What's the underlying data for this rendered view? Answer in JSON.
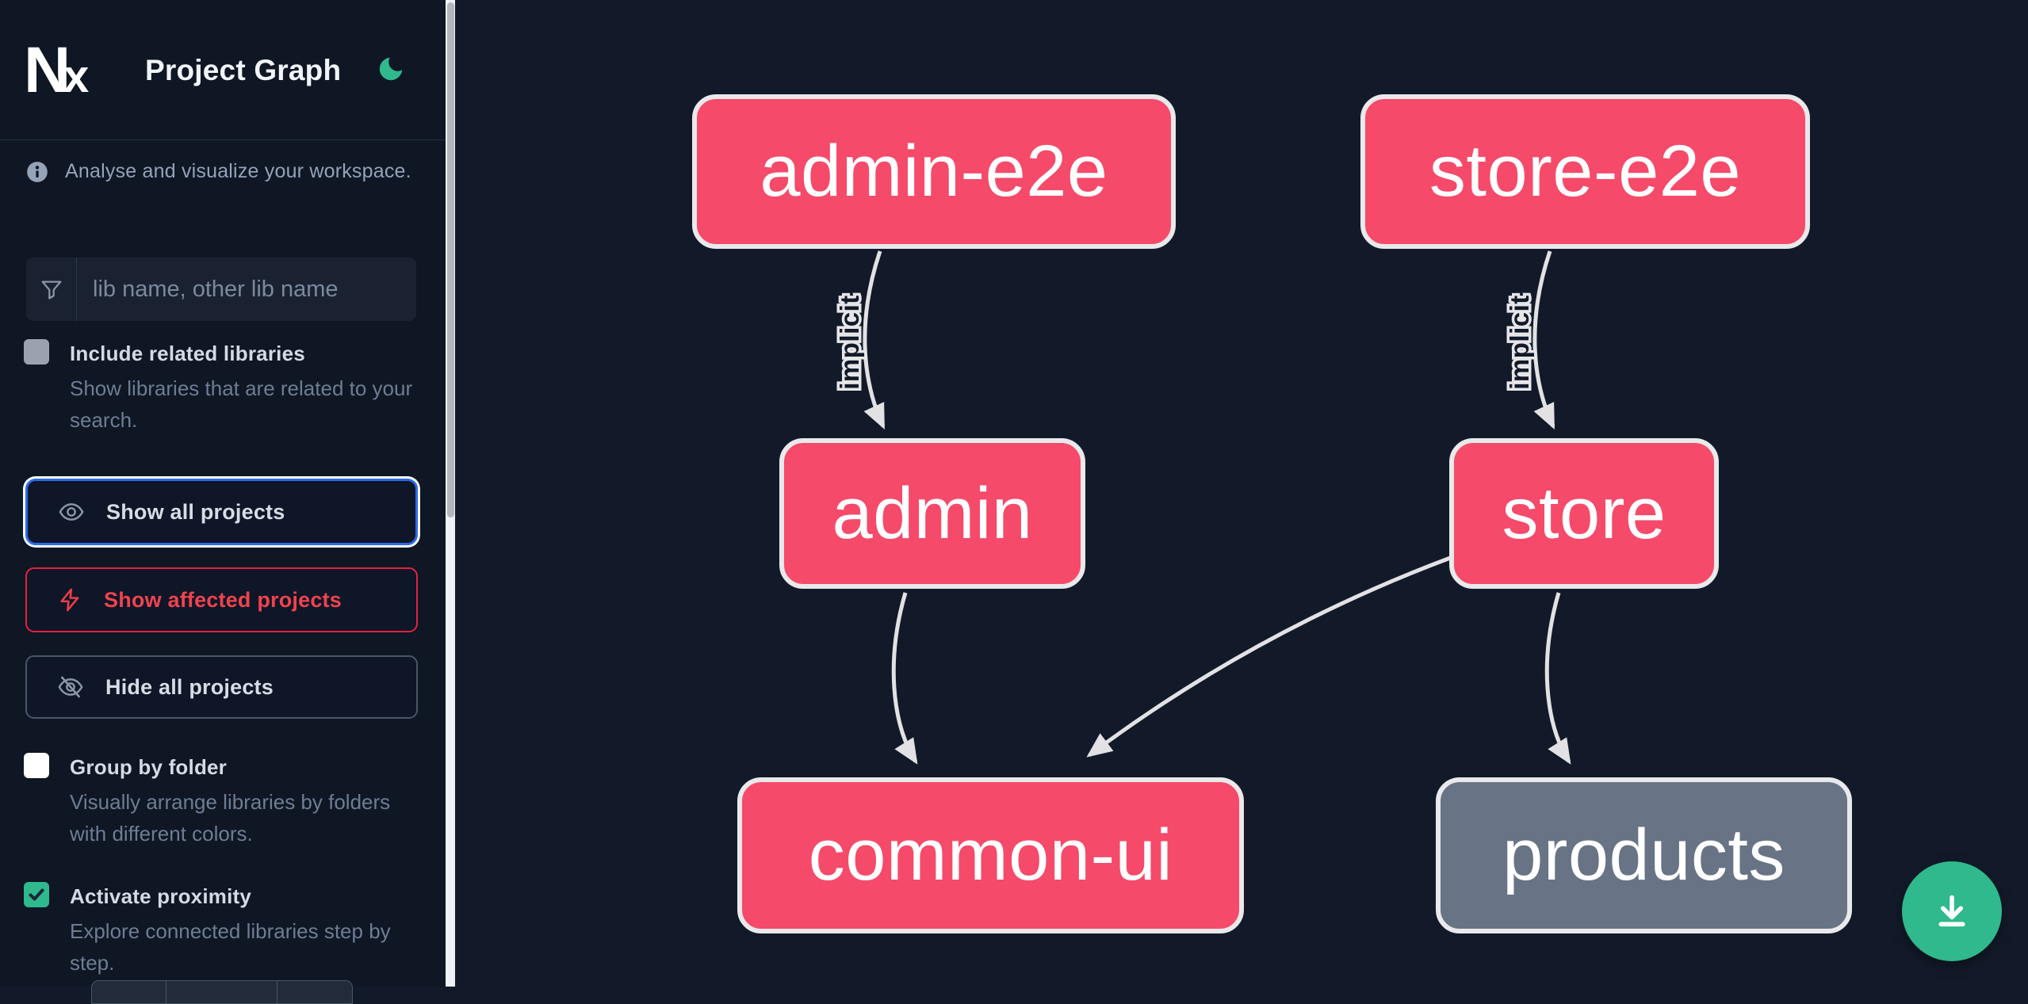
{
  "header": {
    "logo_text": "Nx",
    "title": "Project Graph"
  },
  "sidebar": {
    "tagline": "Analyse and visualize your workspace.",
    "filter_placeholder": "lib name, other lib name",
    "include_related": {
      "label": "Include related libraries",
      "description": "Show libraries that are related to your search.",
      "checked": false
    },
    "actions": {
      "show_all": "Show all projects",
      "show_affected": "Show affected projects",
      "hide_all": "Hide all projects"
    },
    "group_by_folder": {
      "label": "Group by folder",
      "description": "Visually arrange libraries by folders with different colors.",
      "checked": false
    },
    "activate_proximity": {
      "label": "Activate proximity",
      "description": "Explore connected libraries step by step.",
      "checked": true
    }
  },
  "graph": {
    "nodes": [
      {
        "id": "admin-e2e",
        "label": "admin-e2e",
        "type": "affected"
      },
      {
        "id": "store-e2e",
        "label": "store-e2e",
        "type": "affected"
      },
      {
        "id": "admin",
        "label": "admin",
        "type": "affected"
      },
      {
        "id": "store",
        "label": "store",
        "type": "affected"
      },
      {
        "id": "common-ui",
        "label": "common-ui",
        "type": "affected"
      },
      {
        "id": "products",
        "label": "products",
        "type": "default"
      }
    ],
    "edges": [
      {
        "source": "admin-e2e",
        "target": "admin",
        "label": "implicit"
      },
      {
        "source": "store-e2e",
        "target": "store",
        "label": "implicit"
      },
      {
        "source": "admin",
        "target": "common-ui",
        "label": ""
      },
      {
        "source": "store",
        "target": "common-ui",
        "label": ""
      },
      {
        "source": "store",
        "target": "products",
        "label": ""
      }
    ]
  },
  "colors": {
    "sidebar_bg": "#0f1624",
    "canvas_bg": "#121a29",
    "node_affected": "#f64a6a",
    "node_default": "#687485",
    "node_border": "#e9e9ec",
    "edge": "#e2e2e5",
    "accent_green": "#2fb98c",
    "focus_blue": "#2c6be8",
    "danger_red": "#e3233d"
  }
}
